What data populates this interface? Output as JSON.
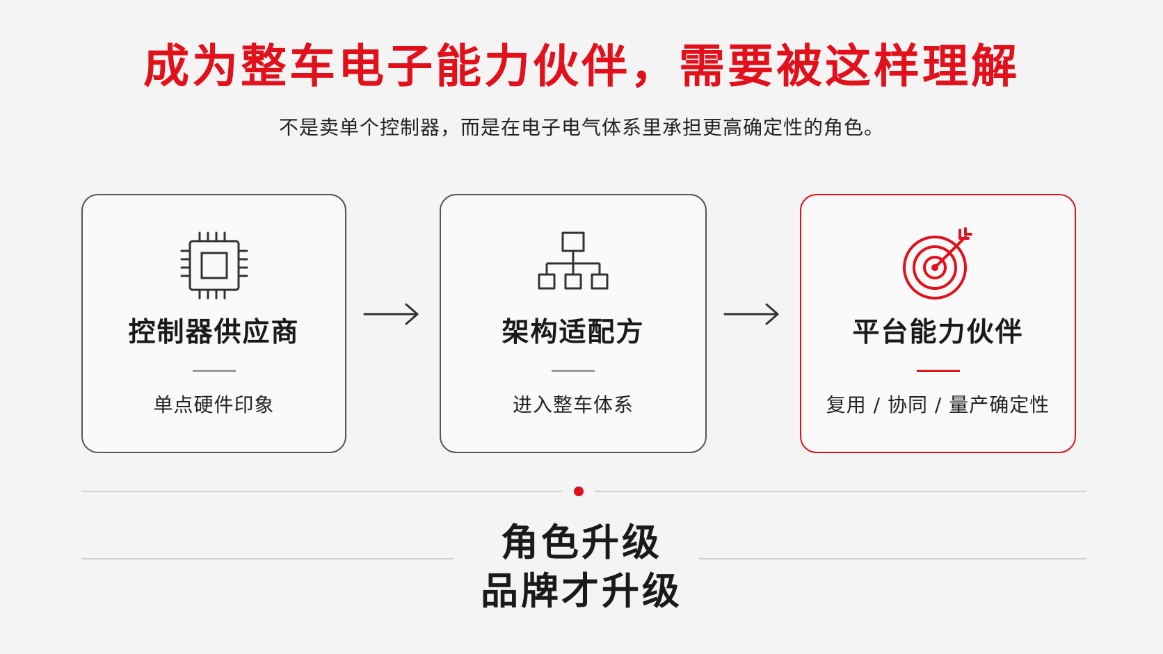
{
  "header": {
    "title": "成为整车电子能力伙伴，需要被这样理解",
    "subtitle": "不是卖单个控制器，而是在电子电气体系里承担更高确定性的角色。"
  },
  "cards": [
    {
      "icon": "chip-icon",
      "title": "控制器供应商",
      "desc": "单点硬件印象"
    },
    {
      "icon": "hierarchy-icon",
      "title": "架构适配方",
      "desc": "进入整车体系"
    },
    {
      "icon": "target-icon",
      "title": "平台能力伙伴",
      "desc": "复用 / 协同 / 量产确定性"
    }
  ],
  "arrows": [
    "arrow-right-icon",
    "arrow-right-icon"
  ],
  "footer": {
    "line1": "角色升级",
    "line2": "品牌才升级"
  },
  "colors": {
    "accent": "#e1101b",
    "text": "#1a1a1a",
    "background": "#f4f4f4",
    "card_border": "#555555"
  }
}
